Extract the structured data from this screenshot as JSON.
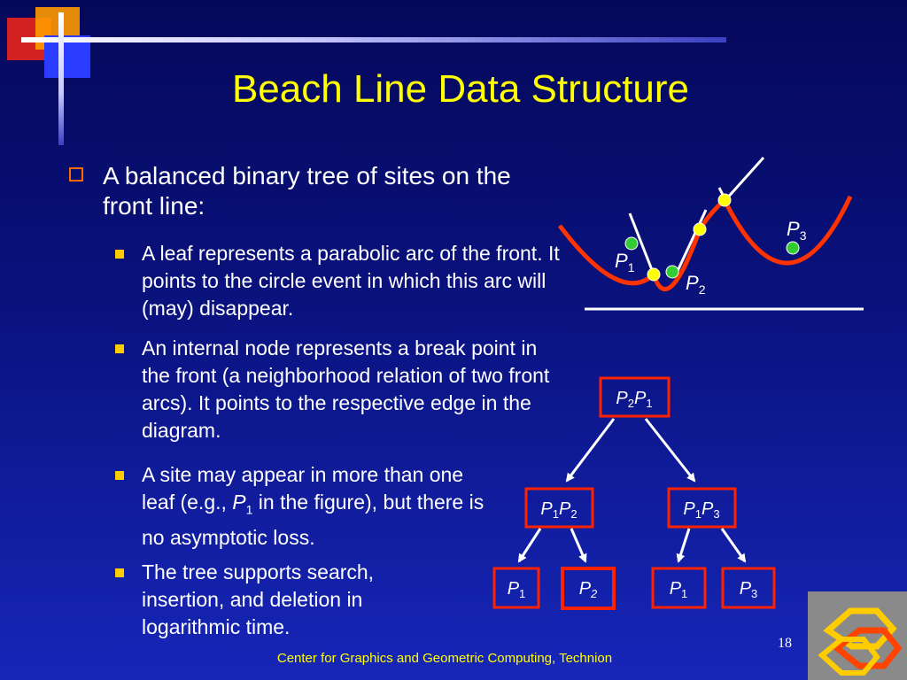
{
  "slide": {
    "title": "Beach Line Data Structure",
    "main_bullet": "A balanced binary tree of sites on the front line:",
    "sub_bullets": [
      "A leaf represents a parabolic arc of the front.  It points to the circle event in which this arc will (may) disappear.",
      "An internal node represents a break point in the front (a neighborhood relation of two front arcs).  It points to the respective edge in the diagram.",
      "A site may appear in more than one leaf (e.g., P1 in the figure), but there is no asymptotic loss.",
      "The tree supports search, insertion, and deletion in logarithmic time."
    ],
    "sub_bullet_3_parts": {
      "before": "A site may appear in more than one leaf (e.g., ",
      "site": "P",
      "site_index": "1",
      "after": " in the figure), but there is no asymptotic loss."
    },
    "footer": "Center for Graphics and Geometric Computing, Technion",
    "page_number": "18"
  },
  "beach_line_figure": {
    "site_labels": [
      {
        "letter": "P",
        "index": "1"
      },
      {
        "letter": "P",
        "index": "2"
      },
      {
        "letter": "P",
        "index": "3"
      }
    ]
  },
  "tree": {
    "root": {
      "a": "P",
      "ai": "2",
      "b": "P",
      "bi": "1"
    },
    "left": {
      "a": "P",
      "ai": "1",
      "b": "P",
      "bi": "2"
    },
    "right": {
      "a": "P",
      "ai": "1",
      "b": "P",
      "bi": "3"
    },
    "leaves": [
      {
        "a": "P",
        "ai": "1"
      },
      {
        "a": "P",
        "ai": "2"
      },
      {
        "a": "P",
        "ai": "1"
      },
      {
        "a": "P",
        "ai": "3"
      }
    ]
  },
  "colors": {
    "background": "#0a127e",
    "title": "#ffff00",
    "arc": "#ff3300",
    "breakpoint": "#ffff00",
    "site": "#33cc33",
    "node_border": "#ff2200",
    "footer": "#ffff00"
  },
  "icons": [
    "corner-cross-decoration",
    "checkbox-bullet-icon",
    "square-bullet-icon",
    "technion-logo-knot"
  ]
}
